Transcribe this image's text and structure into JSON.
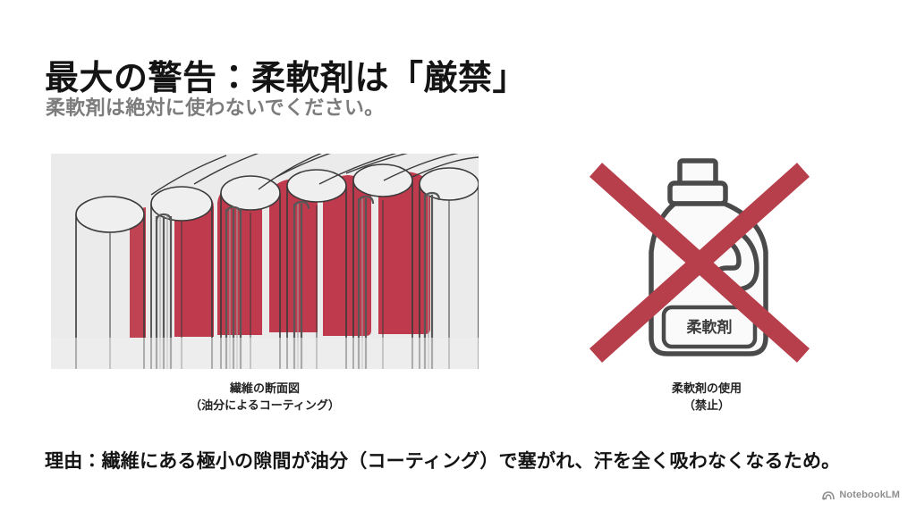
{
  "slide": {
    "title": "最大の警告：柔軟剤は「厳禁」",
    "subtitle": "柔軟剤は絶対に使わないでください。",
    "reason": "理由：繊維にある極小の隙間が油分（コーティング）で塞がれ、汗を全く吸わなくなるため。"
  },
  "figures": {
    "left": {
      "caption_line1": "繊維の断面図",
      "caption_line2": "（油分によるコーティング）",
      "panel_background": "#EBEBEB",
      "coating_color": "#BE3A4C",
      "fiber_outline_color": "#3A3A3A"
    },
    "right": {
      "caption_line1": "柔軟剤の使用",
      "caption_line2": "（禁止）",
      "bottle_label": "柔軟剤",
      "bottle_outline_color": "#4A4A4A",
      "cross_color": "#B73E4B"
    }
  },
  "watermark": {
    "label": "NotebookLM"
  }
}
